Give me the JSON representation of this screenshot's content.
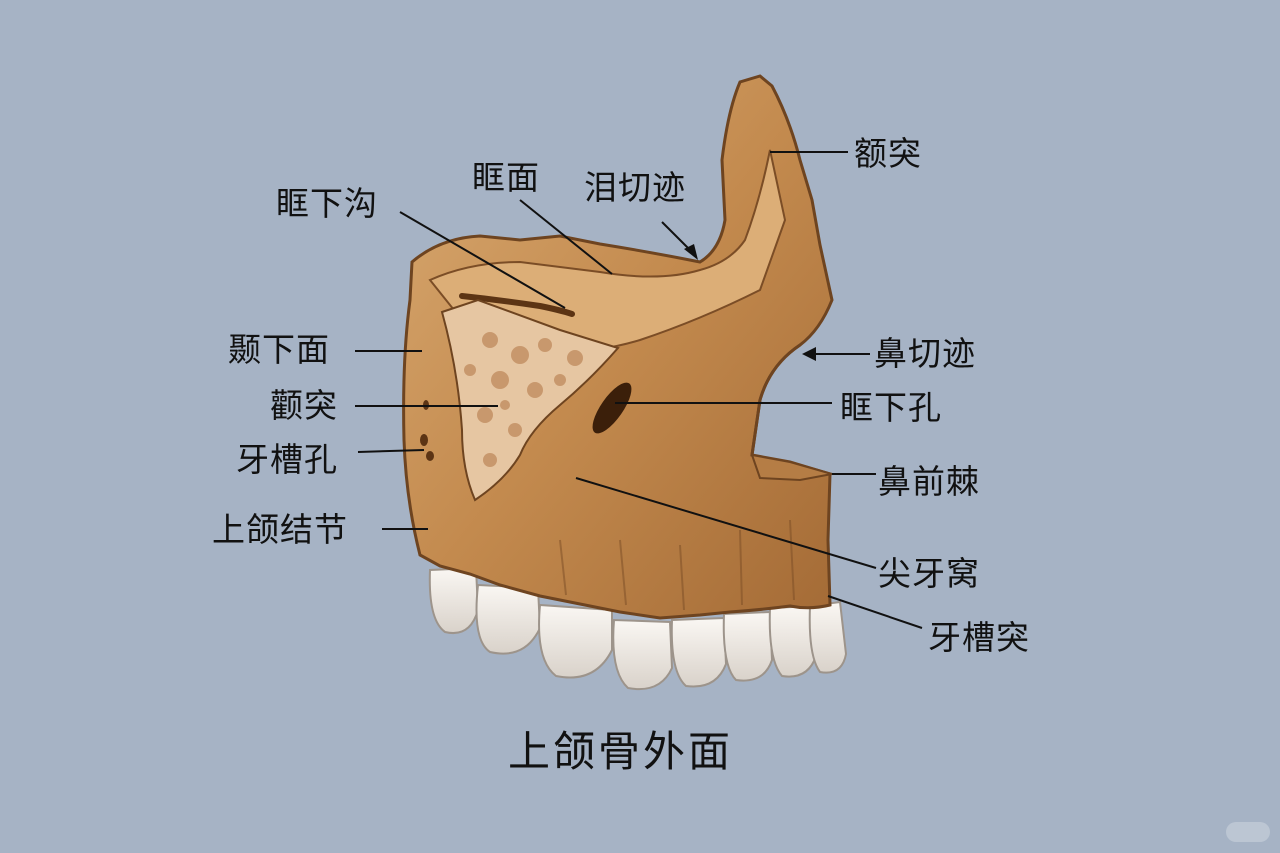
{
  "labels": {
    "e_tu": "额突",
    "kuang_mian": "眶面",
    "lei_qie_ji": "泪切迹",
    "kuang_xia_gou": "眶下沟",
    "nie_xia_mian": "颞下面",
    "bi_qie_ji": "鼻切迹",
    "quan_tu": "颧突",
    "kuang_xia_kong": "眶下孔",
    "ya_cao_kong": "牙槽孔",
    "bi_qian_ji": "鼻前棘",
    "shang_he_jie_jie": "上颌结节",
    "jian_ya_wo": "尖牙窝",
    "ya_cao_tu": "牙槽突"
  },
  "caption": "上颌骨外面",
  "colors": {
    "background": "#a6b3c5",
    "bone": "#c8955a",
    "bone_dark": "#8a5a2c",
    "cancellous": "#e8c9a8",
    "teeth": "#f1ede8",
    "leader": "#111111"
  }
}
